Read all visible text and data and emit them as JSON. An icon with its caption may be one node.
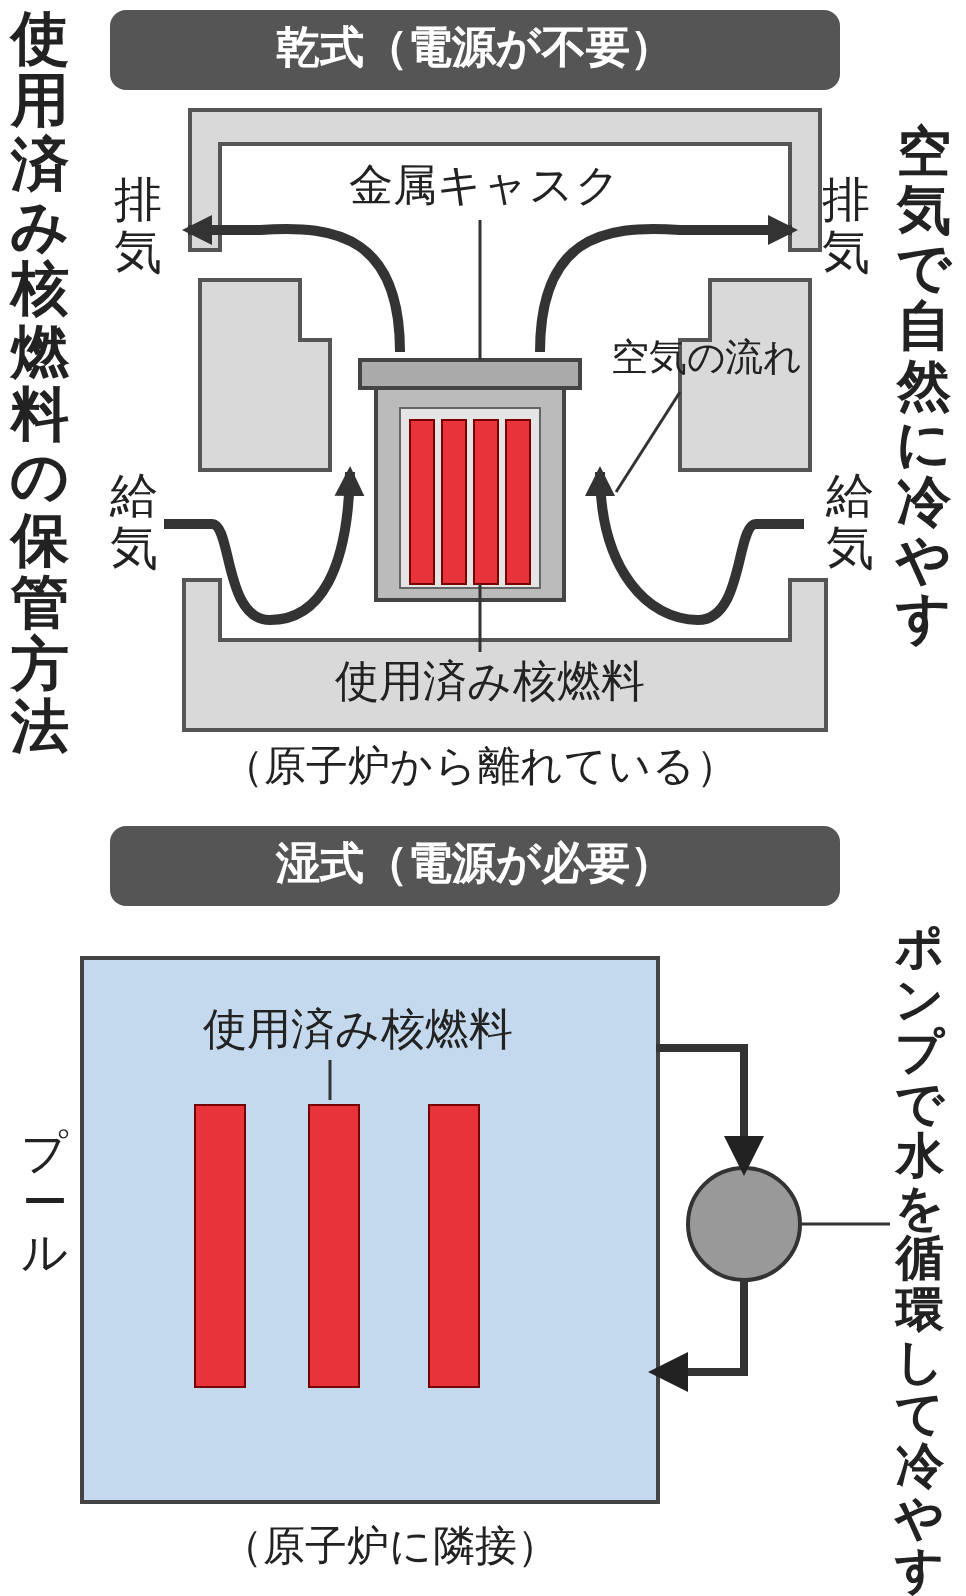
{
  "diagram": {
    "title": "使用済み核燃料の保管方法",
    "nodes": [
      {
        "text": [
          "乾式（電源が不要）"
        ]
      },
      {
        "text": [
          "金属キャスク"
        ]
      },
      {
        "text": [],
        "shape": "box"
      },
      {
        "text": [
          "空気の流れ"
        ]
      },
      {
        "text": [
          "使用済み核燃料"
        ]
      },
      {
        "text": [],
        "shape": "bar",
        "in": 2
      },
      {
        "text": [
          "湿式（電源が必要）"
        ]
      },
      {
        "text": [],
        "shape": "box",
        "beside": [
          "プール"
        ]
      },
      {
        "text": [
          "使用済み核燃料"
        ],
        "in": 7
      },
      {
        "text": [],
        "shape": "bar",
        "in": 7
      },
      {
        "text": [],
        "shape": "bar",
        "in": 7
      },
      {
        "text": [],
        "shape": "bar",
        "in": 7
      },
      {
        "text": [],
        "shape": "circle"
      },
      {
        "text": [
          "ポンプで水を循環して冷やす"
        ]
      }
    ],
    "edges": [
      {
        "from": 1,
        "to": 2,
        "arrow": "none"
      },
      {
        "from": 3,
        "to": null,
        "arrow": "none"
      },
      {
        "from": 4,
        "to": 5,
        "arrow": "none"
      },
      {
        "from": 8,
        "to": 10,
        "arrow": "none"
      },
      {
        "from": 7,
        "to": 12,
        "arrow": "to",
        "style": "thick"
      },
      {
        "from": 12,
        "to": 7,
        "arrow": "to",
        "style": "thick"
      },
      {
        "from": 13,
        "to": 12,
        "arrow": "none"
      }
    ],
    "labels": [
      "排気",
      "排気",
      "空気で自然に冷やす",
      "給気",
      "給気",
      "（原子炉から離れている）",
      "（原子炉に隣接）"
    ]
  }
}
